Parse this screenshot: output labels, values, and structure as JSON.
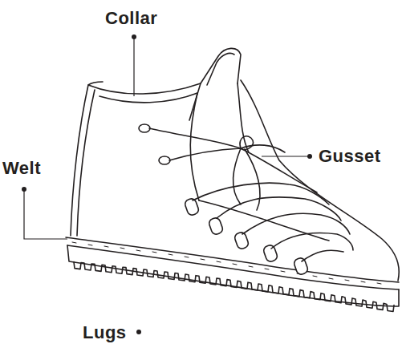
{
  "diagram": {
    "labels": [
      "Collar",
      "Gusset",
      "Welt",
      "Lugs"
    ]
  }
}
